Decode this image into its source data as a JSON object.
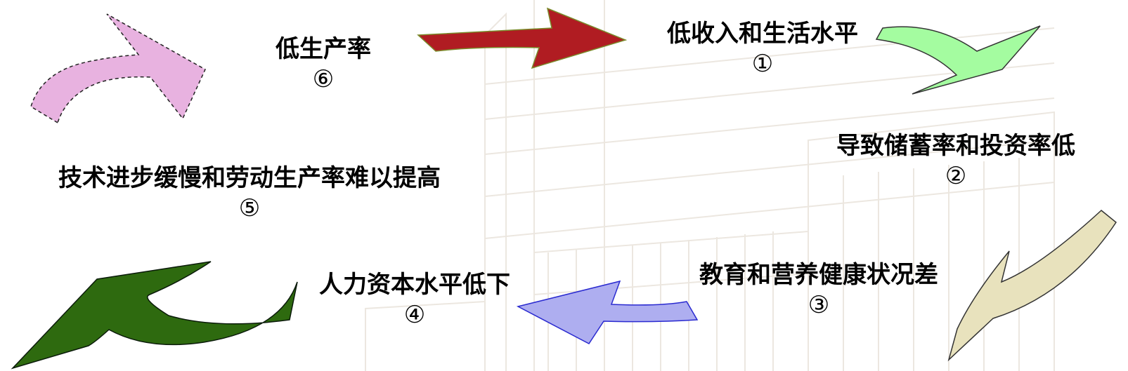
{
  "nodes": [
    {
      "id": "n1",
      "label": "低收入和生活水平",
      "number": "①"
    },
    {
      "id": "n2",
      "label": "导致储蓄率和投资率低",
      "number": "②"
    },
    {
      "id": "n3",
      "label": "教育和营养健康状况差",
      "number": "③"
    },
    {
      "id": "n4",
      "label": "人力资本水平低下",
      "number": "④"
    },
    {
      "id": "n5",
      "label": "技术进步缓慢和劳动生产率难以提高",
      "number": "⑤"
    },
    {
      "id": "n6",
      "label": "低生产率",
      "number": "⑥"
    }
  ],
  "arrows": [
    {
      "id": "a-6-1",
      "from": "n6",
      "to": "n1",
      "color": "#b01c22"
    },
    {
      "id": "a-1-2",
      "from": "n1",
      "to": "n2",
      "color": "#a4fca0"
    },
    {
      "id": "a-2-3",
      "from": "n2",
      "to": "n3",
      "color": "#e8e2bd"
    },
    {
      "id": "a-3-4",
      "from": "n3",
      "to": "n4",
      "color": "#aeaef0"
    },
    {
      "id": "a-4-5",
      "from": "n4",
      "to": "n5",
      "color": "#2e6a0f"
    },
    {
      "id": "a-5-6",
      "from": "n5",
      "to": "n6",
      "color": "#e8b2e0"
    }
  ]
}
